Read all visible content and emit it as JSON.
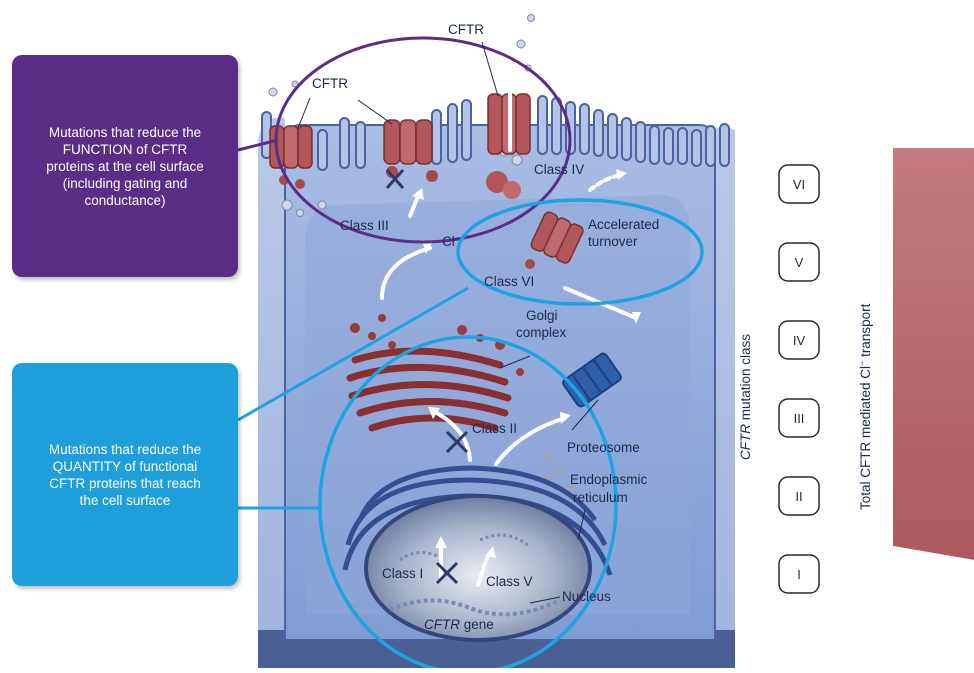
{
  "callouts": {
    "function": {
      "lines": [
        "Mutations that reduce the",
        "FUNCTION of CFTR",
        "proteins at the cell surface",
        "(including gating and",
        "conductance)"
      ]
    },
    "quantity": {
      "lines": [
        "Mutations that reduce the",
        "QUANTITY of functional",
        "CFTR proteins that reach",
        "the cell surface"
      ]
    }
  },
  "labels": {
    "cftr_left": "CFTR",
    "cftr_top": "CFTR",
    "class_iii": "Class III",
    "class_iv": "Class IV",
    "cl_ion": "Cl",
    "cl_superscript": "−",
    "accelerated_line1": "Accelerated",
    "accelerated_line2": "turnover",
    "class_vi": "Class VI",
    "golgi_line1": "Golgi",
    "golgi_line2": "complex",
    "class_ii": "Class II",
    "proteosome": "Proteosome",
    "er_line1": "Endoplasmic",
    "er_line2": "reticulum",
    "class_i": "Class I",
    "class_v": "Class V",
    "nucleus": "Nucleus",
    "gene_italic": "CFTR",
    "gene_suffix": " gene"
  },
  "mutation_scale": {
    "axis_label_italic": "CFTR",
    "axis_label_rest": " mutation class",
    "classes_top_to_bottom": [
      "VI",
      "V",
      "IV",
      "III",
      "II",
      "I"
    ],
    "transport_label_prefix": "Total CFTR mediated Cl",
    "transport_label_superscript": "−",
    "transport_label_suffix": " transport"
  },
  "colors": {
    "function_callout": "#5b2d86",
    "quantity_callout": "#1e9fdb",
    "highlight_ring": "#1fa3e0",
    "function_ring": "#5b2d86",
    "cell_body": "#5f7fbf",
    "protein": "#b2565a",
    "triangle": "#b96a6e"
  }
}
